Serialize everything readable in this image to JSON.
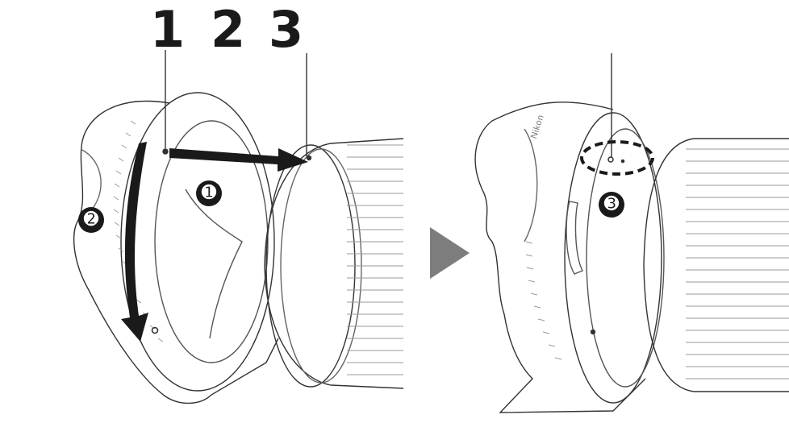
{
  "callouts": [
    "1",
    "2",
    "3"
  ],
  "steps": {
    "step1": "➊",
    "step2": "➋",
    "step3": "➌"
  },
  "brand": "Nikon",
  "colors": {
    "line": "#333333",
    "light_line": "#9a9a9a",
    "arrow": "#1a1a1a",
    "next_arrow": "#7d7d7d"
  }
}
